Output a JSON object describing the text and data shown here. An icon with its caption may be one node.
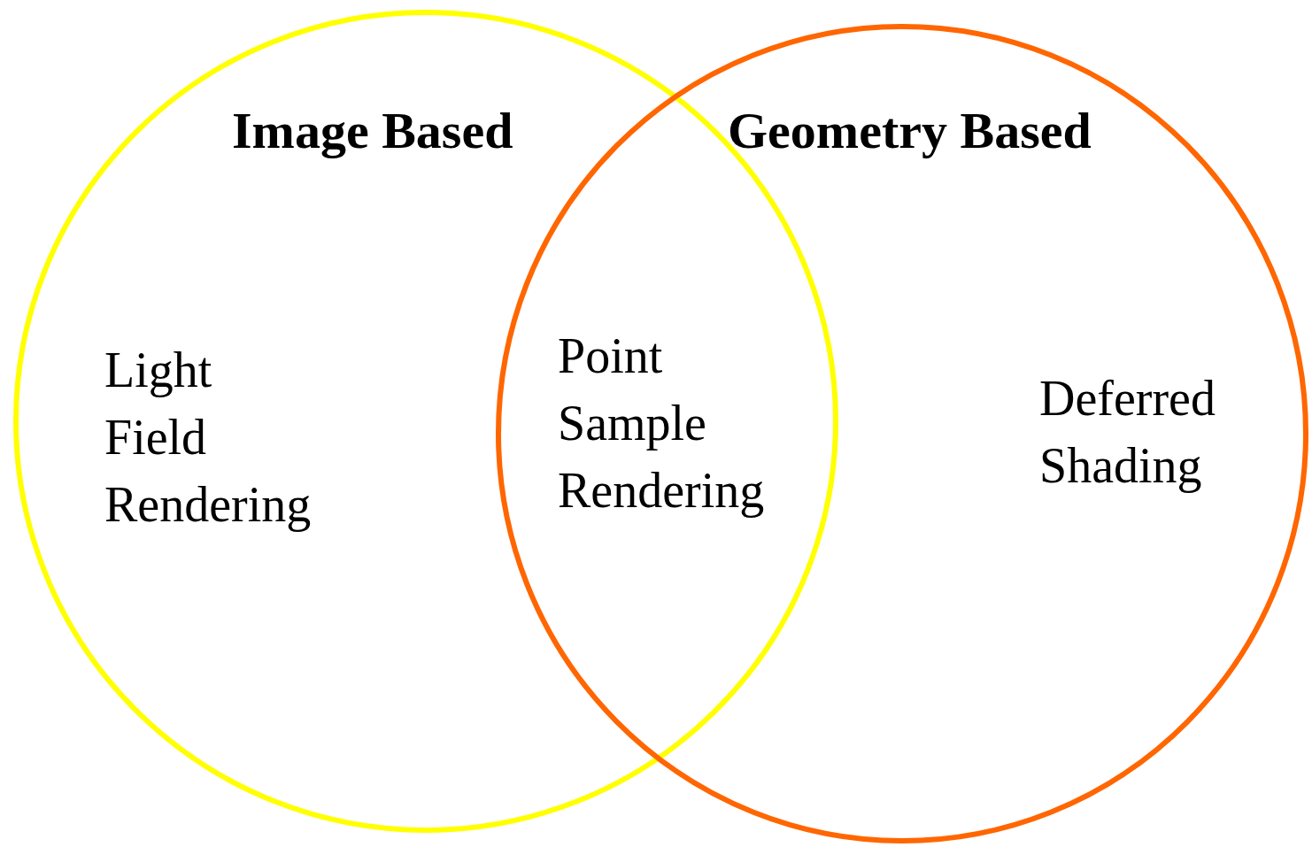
{
  "diagram": {
    "nodes": [
      {
        "text": [
          "Image Based"
        ]
      },
      {
        "text": [
          "Geometry Based"
        ]
      }
    ],
    "labels": [
      "Light Field Rendering",
      "Point Sample Rendering",
      "Deferred Shading"
    ]
  }
}
